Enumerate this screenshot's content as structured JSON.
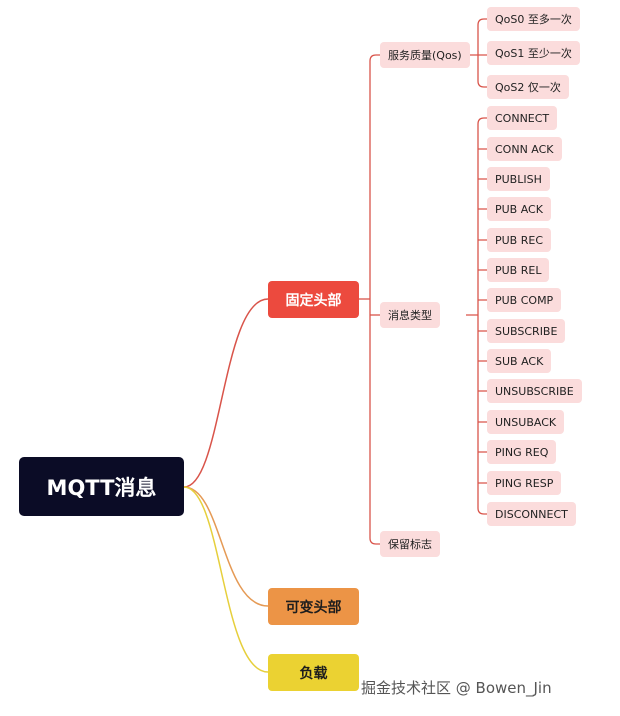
{
  "root": {
    "label": "MQTT消息"
  },
  "branches": {
    "fixed_header": {
      "label": "固定头部",
      "qos": {
        "label": "服务质量(Qos)",
        "items": [
          "QoS0 至多一次",
          "QoS1 至少一次",
          "QoS2 仅一次"
        ]
      },
      "message_type": {
        "label": "消息类型",
        "items": [
          "CONNECT",
          "CONN ACK",
          "PUBLISH",
          "PUB ACK",
          "PUB REC",
          "PUB REL",
          "PUB COMP",
          "SUBSCRIBE",
          "SUB ACK",
          "UNSUBSCRIBE",
          "UNSUBACK",
          "PING REQ",
          "PING RESP",
          "DISCONNECT"
        ]
      },
      "retain": {
        "label": "保留标志"
      }
    },
    "variable_header": {
      "label": "可变头部"
    },
    "payload": {
      "label": "负载"
    }
  },
  "colors": {
    "root": "#0b0c26",
    "fixed_header": "#ec4a3e",
    "variable_header": "#ec9446",
    "payload": "#ebd232",
    "leaf_fill": "#fbdcdc",
    "link_red": "#d9544a"
  },
  "watermark": "掘金技术社区 @ Bowen_Jin"
}
